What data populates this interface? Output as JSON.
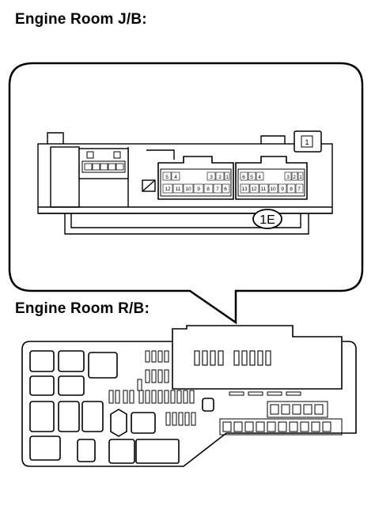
{
  "labels": {
    "jb_title": "Engine Room J/B:",
    "rb_title": "Engine Room R/B:",
    "connector_code": "1E",
    "small_connector_pin": "1"
  },
  "connector_left_top_pins": [
    "5",
    "4",
    "3",
    "2",
    "1"
  ],
  "connector_left_bottom_pins": [
    "12",
    "11",
    "10",
    "9",
    "8",
    "7",
    "6"
  ],
  "connector_right_top_pins": [
    "6",
    "5",
    "4",
    "3",
    "2",
    "1"
  ],
  "connector_right_bottom_pins": [
    "13",
    "12",
    "11",
    "10",
    "9",
    "8",
    "7"
  ]
}
